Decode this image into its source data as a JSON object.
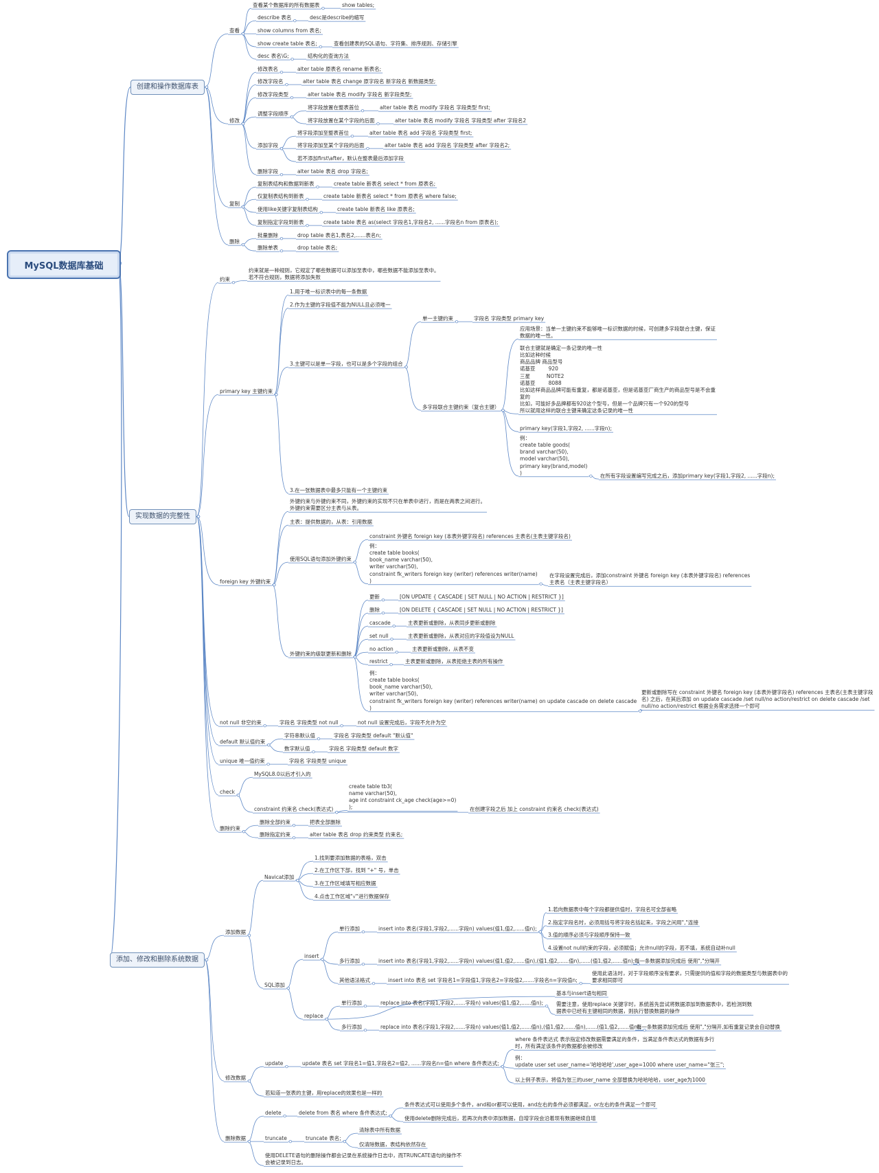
{
  "root": "MySQL数据库基础",
  "branches": {
    "b1": "创建和操作数据库表",
    "b2": "实现数据的完整性",
    "b3": "添加、修改和删除系统数据"
  },
  "nodes": [
    {
      "id": "n1",
      "text": "查看某个数据库的所有数据表"
    },
    {
      "id": "n2",
      "text": "show tables;"
    },
    {
      "id": "n3",
      "text": "describe 表名"
    },
    {
      "id": "n4",
      "text": "desc是describe的缩写"
    },
    {
      "id": "n5",
      "text": "查看"
    },
    {
      "id": "n6",
      "text": "show columns from 表名;"
    },
    {
      "id": "n7",
      "text": "show create table 表名;"
    },
    {
      "id": "n8",
      "text": "查看创建表的SQL语句、字符集、排序规则、存储引擎"
    },
    {
      "id": "n9",
      "text": "desc 表名\\G;"
    },
    {
      "id": "n10",
      "text": "结构化的查询方法"
    },
    {
      "id": "n11",
      "text": "修改表名"
    },
    {
      "id": "n12",
      "text": "alter table 原表名 rename 新表名;"
    },
    {
      "id": "n13",
      "text": "修改字段名"
    },
    {
      "id": "n14",
      "text": "alter table 表名 change 原字段名 新字段名 新数据类型;"
    },
    {
      "id": "n15",
      "text": "修改字段类型"
    },
    {
      "id": "n16",
      "text": "alter table 表名 modify 字段名 新字段类型;"
    },
    {
      "id": "n17",
      "text": "调整字段顺序"
    },
    {
      "id": "n18",
      "text": "将字段放置在整表首位"
    },
    {
      "id": "n19",
      "text": "alter table 表名 modify 字段名 字段类型 first;"
    },
    {
      "id": "n20",
      "text": "将字段放置在某个字段的后面"
    },
    {
      "id": "n21",
      "text": "alter table 表名 modify 字段名 字段类型 after 字段名2"
    },
    {
      "id": "n22",
      "text": "修改"
    },
    {
      "id": "n23",
      "text": "将字段添加至整表首位"
    },
    {
      "id": "n24",
      "text": "alter table 表名 add 字段名 字段类型 first;"
    },
    {
      "id": "n25",
      "text": "添加字段"
    },
    {
      "id": "n26",
      "text": "将字段添加至某个字段的后面"
    },
    {
      "id": "n27",
      "text": "alter table 表名 add 字段名 字段类型 after 字段名2;"
    },
    {
      "id": "n28",
      "text": "若不添加first\\after，默认在整表最后添加字段"
    },
    {
      "id": "n29",
      "text": "删除字段"
    },
    {
      "id": "n30",
      "text": "alter table 表名 drop 字段名;"
    },
    {
      "id": "n31",
      "text": "复制表结构和数据到新表"
    },
    {
      "id": "n32",
      "text": "create table 新表名 select * from 原表名;"
    },
    {
      "id": "n33",
      "text": "仅复制表结构到新表"
    },
    {
      "id": "n34",
      "text": "create table 新表名 select * from 原表名 where false;"
    },
    {
      "id": "n35",
      "text": "复制"
    },
    {
      "id": "n36",
      "text": "使用like关键字复制表结构"
    },
    {
      "id": "n37",
      "text": "create table 新表名 like 原表名;"
    },
    {
      "id": "n38",
      "text": "复制指定字段到新表"
    },
    {
      "id": "n39",
      "text": "create table 表名 as(select 字段名1,字段名2, ......字段名n from 原表名);"
    },
    {
      "id": "n40",
      "text": "批量删除"
    },
    {
      "id": "n41",
      "text": "drop table 表名1,表名2,......表名n;"
    },
    {
      "id": "n42",
      "text": "删除"
    },
    {
      "id": "n43",
      "text": "删除单表"
    },
    {
      "id": "n44",
      "text": "drop table 表名;"
    },
    {
      "id": "n45",
      "text": "约束"
    },
    {
      "id": "n46",
      "text": "约束就是一种规则，它规定了哪些数据可以添加至表中，哪些数据不能添加至表中。\n若不符合规则，数据将添加失败"
    },
    {
      "id": "n47",
      "text": "1.用于唯一标识表中的每一条数据"
    },
    {
      "id": "n48",
      "text": "2.作为主键的字段值不能为NULL且必须唯一"
    },
    {
      "id": "n49",
      "text": "单一主键约束"
    },
    {
      "id": "n50",
      "text": "字段名 字段类型 primary key"
    },
    {
      "id": "n51",
      "text": "应用场景：当单一主键约束不能够唯一标识数据的时候，可创建多字段联合主键，保证\n数据的唯一性。"
    },
    {
      "id": "n52",
      "text": "联合主键就是确定一条记录的唯一性\n比如这种时候\n商品品牌 商品型号\n诺基亚        920\n三星          NOTE2\n诺基亚        8088\n比如这样商品品牌可能有重复，都是诺基亚，但是诺基亚厂商生产的商品型号是不会重\n复的\n比如，可能好多品牌都有920这个型号，但是一个品牌只有一个920的型号\n所以就用这样的联合主键来确定这条记录的唯一性"
    },
    {
      "id": "n53",
      "text": "3.主键可以是单一字段，也可以是多个字段的组合"
    },
    {
      "id": "n54",
      "text": "多字段联合主键约束（复合主键）"
    },
    {
      "id": "n55",
      "text": "primary key 主键约束"
    },
    {
      "id": "n56",
      "text": "primary key(字段1,字段2, ......字段n);"
    },
    {
      "id": "n57",
      "text": "例：\ncreate table goods(\nbrand varchar(50),\nmodel varchar(50),\nprimary key(brand,model)\n)"
    },
    {
      "id": "n58",
      "text": "在所有字段设置编写完成之后，添加primary key(字段1,字段2, ......字段n);"
    },
    {
      "id": "n59",
      "text": "3.在一张数据表中最多只能有一个主键约束"
    },
    {
      "id": "n60",
      "text": "外键约束与外键约束不同，外键约束的实现不只在单表中进行，而是在两表之间进行。\n外键约束需要区分主表与从表。"
    },
    {
      "id": "n61",
      "text": "主表：提供数据的，从表：引用数据"
    },
    {
      "id": "n62",
      "text": "constraint 外键名 foreign key (本表外键字段名) references 主表名(主表主键字段名)"
    },
    {
      "id": "n63",
      "text": "使用SQL语句添加外键约束"
    },
    {
      "id": "n64",
      "text": "例：\ncreate table books(\nbook_name varchar(50),\nwriter varchar(50),\nconstraint fk_writers foreign key (writer) references writer(name)\n)"
    },
    {
      "id": "n65",
      "text": "在字段设置完成后，添加constraint 外键名 foreign key (本表外键字段名) references\n主表名（主表主键字段名）"
    },
    {
      "id": "n66",
      "text": "更新"
    },
    {
      "id": "n67",
      "text": "[ON UPDATE { CASCADE | SET NULL | NO ACTION | RESTRICT }]"
    },
    {
      "id": "n68",
      "text": "删除"
    },
    {
      "id": "n69",
      "text": "[ON DELETE { CASCADE | SET NULL | NO ACTION | RESTRICT }]"
    },
    {
      "id": "n70",
      "text": "foreign key 外键约束"
    },
    {
      "id": "n71",
      "text": "cascade"
    },
    {
      "id": "n72",
      "text": "主表更新或删除，从表同步更新或删除"
    },
    {
      "id": "n73",
      "text": "set null"
    },
    {
      "id": "n74",
      "text": "主表更新或删除，从表对应的字段值设为NULL"
    },
    {
      "id": "n75",
      "text": "外键约束的级联更新和删除"
    },
    {
      "id": "n76",
      "text": "no action"
    },
    {
      "id": "n77",
      "text": "主表更新或删除，从表不变"
    },
    {
      "id": "n78",
      "text": "restrict"
    },
    {
      "id": "n79",
      "text": "主表更新或删除，从表拒绝主表的所有操作"
    },
    {
      "id": "n80",
      "text": "例：\ncreate table books(\nbook_name varchar(50),\nwriter varchar(50),\nconstraint fk_writers foreign key (writer) references writer(name) on update cascade on delete cascade\n)"
    },
    {
      "id": "n81",
      "text": "更新或删除写在 constraint 外键名 foreign key (本表外键字段名) references 主表名(主表主键字段\n名) 之后，在其后添加 on update cascade /set null/no action/restrict on delete cascade /set\nnull/no action/restrict 根据业务需求选择一个即可"
    },
    {
      "id": "n82",
      "text": "not null 非空约束"
    },
    {
      "id": "n83",
      "text": "字段名 字段类型 not null"
    },
    {
      "id": "n84",
      "text": "not null 设置完成后，字段不允许为空"
    },
    {
      "id": "n85",
      "text": "字符串默认值"
    },
    {
      "id": "n86",
      "text": "字段名 字段类型 default \"默认值\""
    },
    {
      "id": "n87",
      "text": "default 默认值约束"
    },
    {
      "id": "n88",
      "text": "数字默认值"
    },
    {
      "id": "n89",
      "text": "字段名 字段类型 default 数字"
    },
    {
      "id": "n90",
      "text": "unique 唯一值约束"
    },
    {
      "id": "n91",
      "text": "字段名 字段类型 unique"
    },
    {
      "id": "n92",
      "text": "MySQL8.0以后才引入的"
    },
    {
      "id": "n93",
      "text": "check"
    },
    {
      "id": "n94",
      "text": "create table tb3(\nname varchar(50),\nage int constraint ck_age check(age>=0)\n);"
    },
    {
      "id": "n95",
      "text": "constraint 约束名 check(表达式)"
    },
    {
      "id": "n96",
      "text": "在创建字段之后 加上 constraint 约束名 check(表达式)"
    },
    {
      "id": "n97",
      "text": "删除全部约束"
    },
    {
      "id": "n98",
      "text": "把表全部删除"
    },
    {
      "id": "n99",
      "text": "删除约束"
    },
    {
      "id": "n100",
      "text": "删除指定约束"
    },
    {
      "id": "n101",
      "text": "alter table 表名 drop 约束类型 约束名;"
    },
    {
      "id": "n102",
      "text": "1.找到要添加数据的表格，双击"
    },
    {
      "id": "n103",
      "text": "2.在工作区下部，找到 \"+\" 号，单击"
    },
    {
      "id": "n104",
      "text": "Navicat添加"
    },
    {
      "id": "n105",
      "text": "3.在工作区域填写相应数据"
    },
    {
      "id": "n106",
      "text": "4.点击工作区域\"√\"进行数据保存"
    },
    {
      "id": "n107",
      "text": "1.若向数据表中每个字段都提供值时，字段名可全部省略"
    },
    {
      "id": "n108",
      "text": "2.指定字段名时，必须用括号将字段名括起来，字段之间用\",\"连接"
    },
    {
      "id": "n109",
      "text": "单行添加"
    },
    {
      "id": "n110",
      "text": "insert into 表名(字段1,字段2,......字段n) values(值1,值2,......值n);"
    },
    {
      "id": "n111",
      "text": "3.值的顺序必须与字段顺序保持一致"
    },
    {
      "id": "n112",
      "text": "4.设置not null约束的字段，必须赋值；允许null的字段，若不填，系统自动补null"
    },
    {
      "id": "n113",
      "text": "添加数据"
    },
    {
      "id": "n114",
      "text": "insert"
    },
    {
      "id": "n115",
      "text": "多行添加"
    },
    {
      "id": "n116",
      "text": "insert into 表名(字段1,字段2,......字段n) values(值1,值2,......值n),(值1,值2,......值n),......(值1,值2,......值n);"
    },
    {
      "id": "n117",
      "text": "每一条数据添加完成后 使用\",\"分隔开"
    },
    {
      "id": "n118",
      "text": "SQL添加"
    },
    {
      "id": "n119",
      "text": "其他语法格式"
    },
    {
      "id": "n120",
      "text": "insert into 表名 set 字段名1=字段值1,字段名2=字段值2,......字段名n=字段值n;"
    },
    {
      "id": "n121",
      "text": "使用此语法时，对于字段顺序没有要求，只需提供的值和字段的数据类型与数据表中的\n要求相同即可"
    },
    {
      "id": "n122",
      "text": "基本与insert语句相同"
    },
    {
      "id": "n123",
      "text": "单行添加"
    },
    {
      "id": "n124",
      "text": "replace into 表名(字段1,字段2,......字段n) values(值1,值2,......值n);"
    },
    {
      "id": "n125",
      "text": "replace"
    },
    {
      "id": "n126",
      "text": "需要注意，使用replace 关键字时，系统首先尝试将数据添加到数据表中，若检测到数\n据表中已经有主键相同的数据，则执行替换数据的操作"
    },
    {
      "id": "n127",
      "text": "多行添加"
    },
    {
      "id": "n128",
      "text": "replace into 表名(字段1,字段2,......字段n) values(值1,值2,......值n),(值1,值2,......值n),......(值1,值2,......值n);"
    },
    {
      "id": "n129",
      "text": "每一条数据添加完成后 使用\",\"分隔开,如有重复记录会自动替换"
    },
    {
      "id": "n130",
      "text": "where 条件表达式 表示指定修改数据需要满足的条件，当满足条件表达式的数据有多行\n时，所有满足该条件的数据都会被修改"
    },
    {
      "id": "n131",
      "text": "update"
    },
    {
      "id": "n132",
      "text": "update 表名 set 字段名1=值1,字段名2=值2, ......字段名n=值n where 条件表达式;"
    },
    {
      "id": "n133",
      "text": "修改数据"
    },
    {
      "id": "n134",
      "text": "例：\nupdate user set user_name='哈哈哈哈',user_age=1000 where user_name=\"张三\";"
    },
    {
      "id": "n135",
      "text": "以上例子表示，将值为张三的user_name 全部替换为哈哈哈哈，user_age为1000"
    },
    {
      "id": "n136",
      "text": "若知道一张表的主键，用replace的效果也是一样的"
    },
    {
      "id": "n137",
      "text": "条件表达式可以使用多个条件，and和or都可以使用，and左右的条件必须都满足，or左右的条件满足一个即可"
    },
    {
      "id": "n138",
      "text": "delete"
    },
    {
      "id": "n139",
      "text": "delete from 表名 where 条件表达式;"
    },
    {
      "id": "n140",
      "text": "使用delete删除完成后，若再次向表中添加数据，自增字段会沿着现有数据继续自增"
    },
    {
      "id": "n141",
      "text": "删除数据"
    },
    {
      "id": "n142",
      "text": "清除表中所有数据"
    },
    {
      "id": "n143",
      "text": "truncate"
    },
    {
      "id": "n144",
      "text": "truncate 表名;"
    },
    {
      "id": "n145",
      "text": "仅清除数据，表结构依然存在"
    },
    {
      "id": "n146",
      "text": "使用DELETE语句的删除操作都会记录在系统操作日志中，而TRUNCATE语句的操作不\n会被记录到日志。"
    }
  ]
}
